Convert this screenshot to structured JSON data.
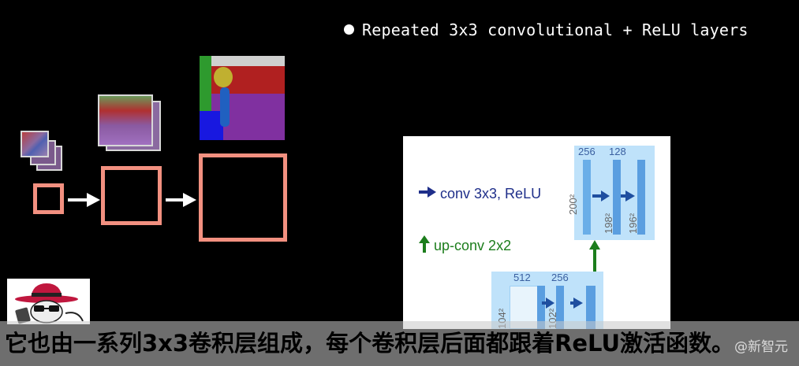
{
  "bullet": "Repeated 3x3 convolutional + ReLU layers",
  "legend": {
    "conv": "conv 3x3, ReLU",
    "upconv": "up-conv 2x2"
  },
  "diagram": {
    "upper_channels": [
      "256",
      "128"
    ],
    "lower_channels": [
      "512",
      "256"
    ],
    "sizes_upper": [
      "200²",
      "198²",
      "196²"
    ],
    "sizes_lower": [
      "104²",
      "102²"
    ]
  },
  "subtitle": "它也由一系列3x3卷积层组成，每个卷积层后面都跟着ReLU激活函数。",
  "watermark": "@新智元",
  "colors": {
    "box_border": "#f29080",
    "arrow_conv": "#1f2f8a",
    "arrow_up": "#1c7d1c",
    "feature_map": "#9ed0f5"
  }
}
